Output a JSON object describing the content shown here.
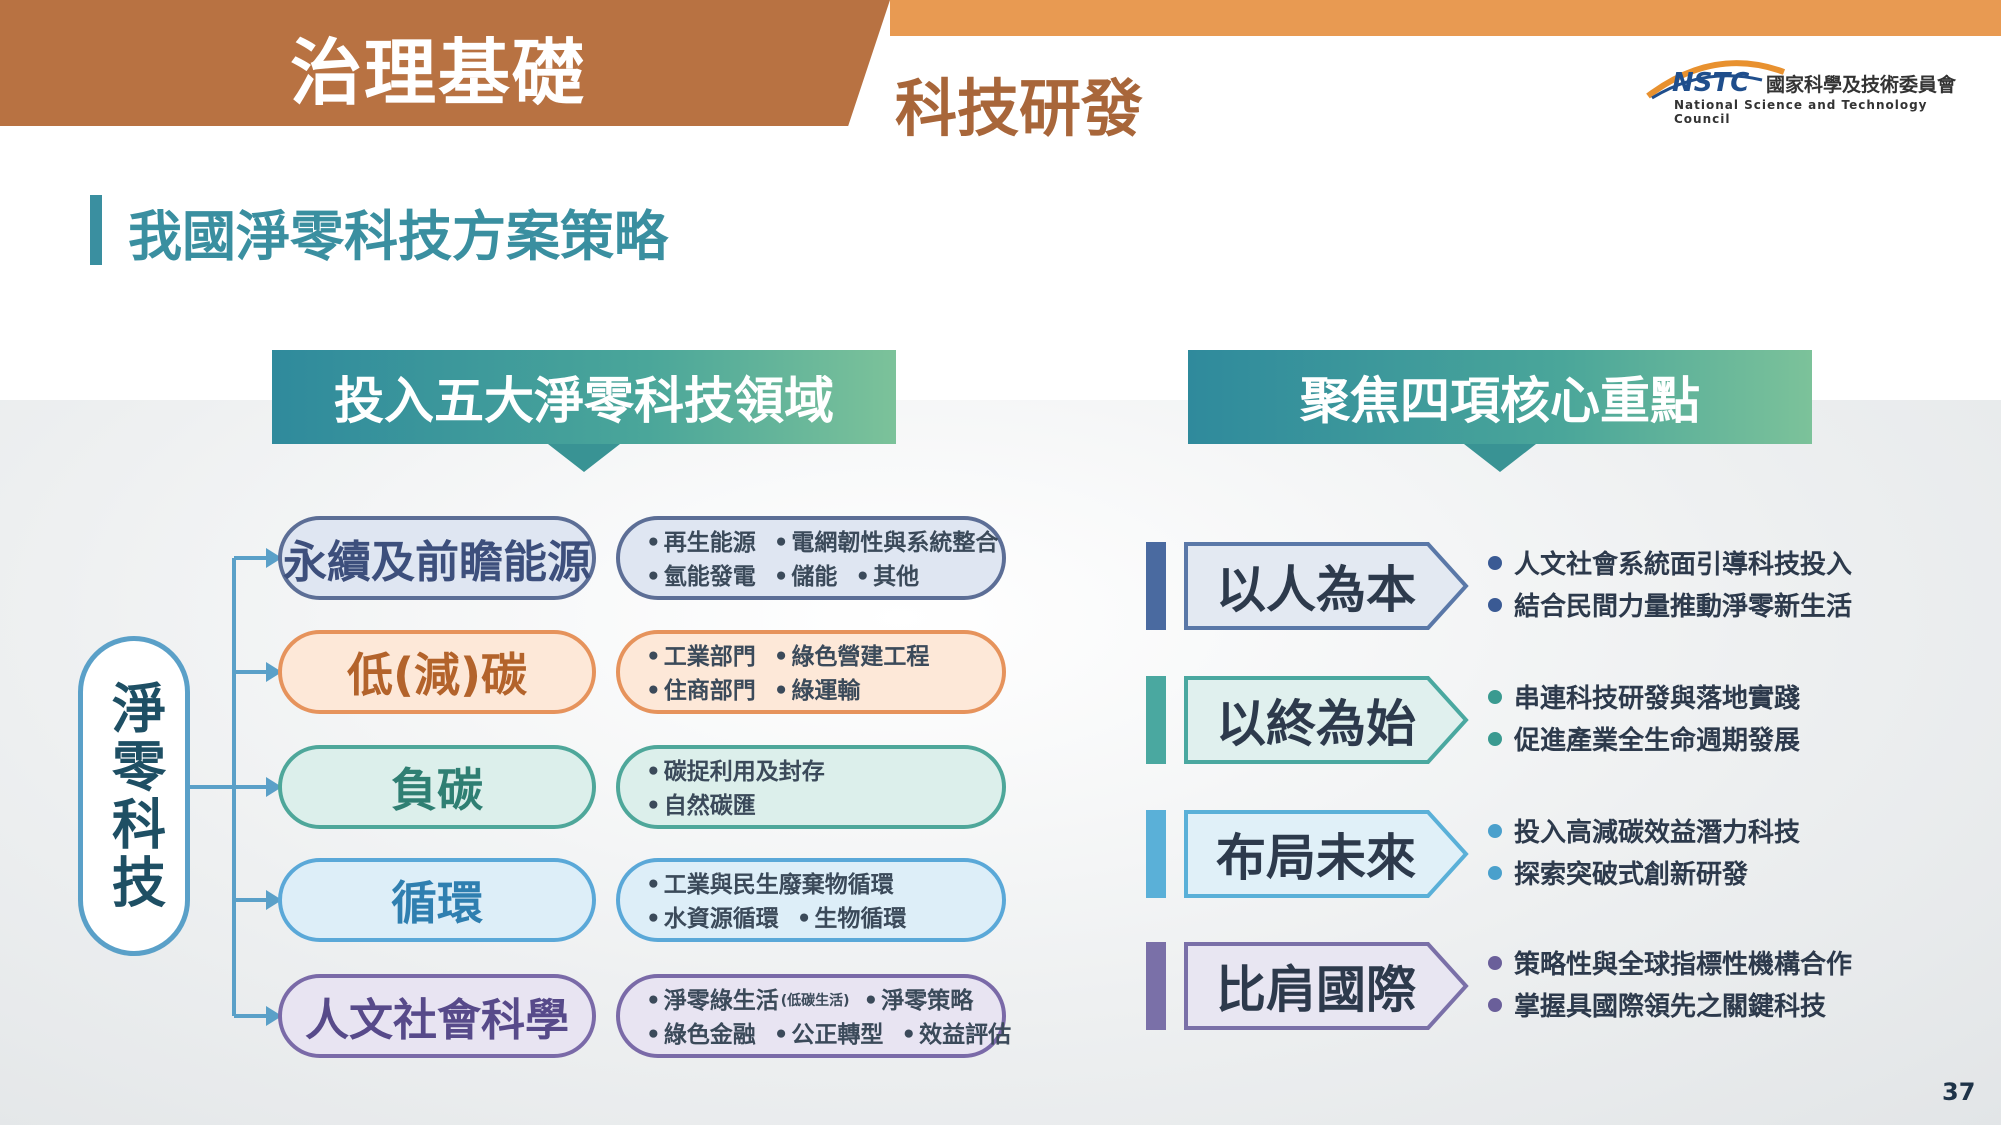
{
  "header": {
    "title": "治理基礎",
    "subtitle": "科技研發",
    "logo": {
      "abbr": "NSTC",
      "name_cn": "國家科學及技術委員會",
      "name_en": "National Science and Technology Council"
    }
  },
  "section_title": "我國淨零科技方案策略",
  "left": {
    "heading": "投入五大淨零科技領域",
    "root": "淨零科技",
    "branches": [
      {
        "label": "永續及前瞻能源",
        "items": [
          [
            "再生能源",
            "電網韌性與系統整合"
          ],
          [
            "氫能發電",
            "儲能",
            "其他"
          ]
        ],
        "border": "#5c6e96",
        "fill": "#dfe6f2",
        "text": "#3d4f7c"
      },
      {
        "label": "低(減)碳",
        "items": [
          [
            "工業部門",
            "綠色營建工程"
          ],
          [
            "住商部門",
            "綠運輸"
          ]
        ],
        "border": "#e6935c",
        "fill": "#fde8d8",
        "text": "#b3632b"
      },
      {
        "label": "負碳",
        "items": [
          [
            "碳捉利用及封存"
          ],
          [
            "自然碳匯"
          ]
        ],
        "border": "#4ea79a",
        "fill": "#dcefeb",
        "text": "#2f7f73"
      },
      {
        "label": "循環",
        "items": [
          [
            "工業與民生廢棄物循環"
          ],
          [
            "水資源循環",
            "生物循環"
          ]
        ],
        "border": "#5aa8d8",
        "fill": "#ddeef8",
        "text": "#2f7fb0"
      },
      {
        "label": "人文社會科學",
        "items": [
          [
            "淨零綠生活",
            "淨零策略"
          ],
          [
            "綠色金融",
            "公正轉型",
            "效益評估"
          ]
        ],
        "small": "(低碳生活)",
        "border": "#7a6aa8",
        "fill": "#e8e4f2",
        "text": "#574a8a"
      }
    ]
  },
  "right": {
    "heading": "聚焦四項核心重點",
    "focus": [
      {
        "label": "以人為本",
        "bullets": [
          "人文社會系統面引導科技投入",
          "結合民間力量推動淨零新生活"
        ],
        "bar": "#4a6aa0",
        "border": "#5a78a8",
        "fill": "#e3e9f2",
        "dot": "#3a5a94"
      },
      {
        "label": "以終為始",
        "bullets": [
          "串連科技研發與落地實踐",
          "促進產業全生命週期發展"
        ],
        "bar": "#4aa8a0",
        "border": "#4aa8a0",
        "fill": "#e0f0ee",
        "dot": "#3a9a90"
      },
      {
        "label": "布局未來",
        "bullets": [
          "投入高減碳效益潛力科技",
          "探索突破式創新研發"
        ],
        "bar": "#5ab0d8",
        "border": "#5ab0d8",
        "fill": "#e0f0f8",
        "dot": "#4aa0cc"
      },
      {
        "label": "比肩國際",
        "bullets": [
          "策略性與全球指標性機構合作",
          "掌握具國際領先之關鍵科技"
        ],
        "bar": "#7a70a8",
        "border": "#7a70a8",
        "fill": "#e8e6f2",
        "dot": "#6a5f9a"
      }
    ]
  },
  "page_number": "37"
}
